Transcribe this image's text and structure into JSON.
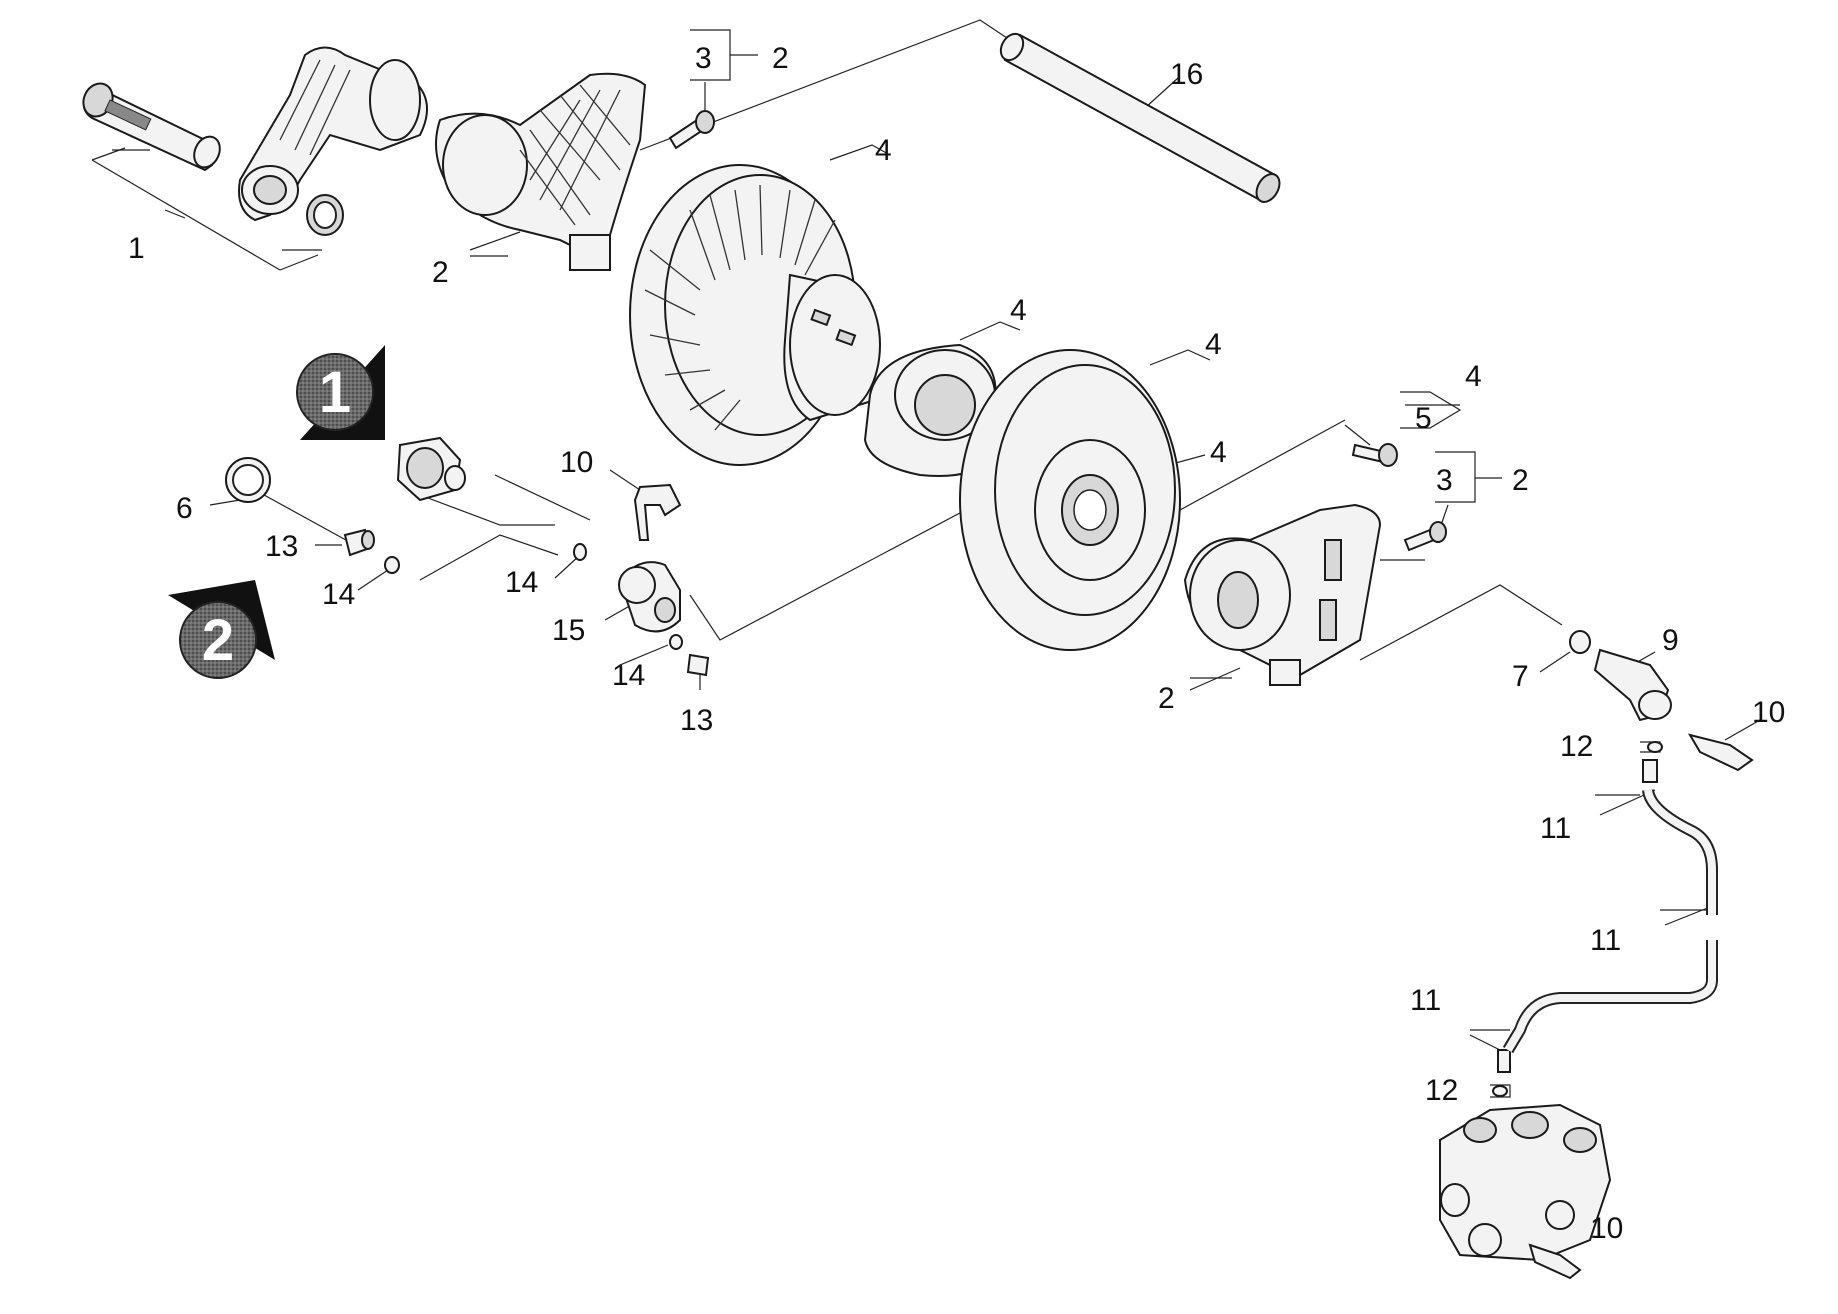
{
  "diagram": {
    "callouts": [
      {
        "id": "c1",
        "text": "1"
      },
      {
        "id": "c2a",
        "text": "2"
      },
      {
        "id": "c3a",
        "text": "3"
      },
      {
        "id": "c2b",
        "text": "2"
      },
      {
        "id": "c16",
        "text": "16"
      },
      {
        "id": "c4a",
        "text": "4"
      },
      {
        "id": "c4b",
        "text": "4"
      },
      {
        "id": "c4c",
        "text": "4"
      },
      {
        "id": "c4d",
        "text": "4"
      },
      {
        "id": "c5",
        "text": "5"
      },
      {
        "id": "c4e",
        "text": "4"
      },
      {
        "id": "c3b",
        "text": "3"
      },
      {
        "id": "c2c",
        "text": "2"
      },
      {
        "id": "c2d",
        "text": "2"
      },
      {
        "id": "c6",
        "text": "6"
      },
      {
        "id": "c13a",
        "text": "13"
      },
      {
        "id": "c14a",
        "text": "14"
      },
      {
        "id": "c10a",
        "text": "10"
      },
      {
        "id": "c14b",
        "text": "14"
      },
      {
        "id": "c15",
        "text": "15"
      },
      {
        "id": "c14c",
        "text": "14"
      },
      {
        "id": "c13b",
        "text": "13"
      },
      {
        "id": "c7",
        "text": "7"
      },
      {
        "id": "c9",
        "text": "9"
      },
      {
        "id": "c10b",
        "text": "10"
      },
      {
        "id": "c12a",
        "text": "12"
      },
      {
        "id": "c11a",
        "text": "11"
      },
      {
        "id": "c11b",
        "text": "11"
      },
      {
        "id": "c11c",
        "text": "11"
      },
      {
        "id": "c12b",
        "text": "12"
      },
      {
        "id": "c10c",
        "text": "10"
      }
    ],
    "badges": [
      {
        "id": "b1",
        "text": "1"
      },
      {
        "id": "b2",
        "text": "2"
      }
    ],
    "colors": {
      "line": "#1a1a1a",
      "part_fill": "#f3f3f3",
      "badge_fill": "#555555"
    }
  }
}
